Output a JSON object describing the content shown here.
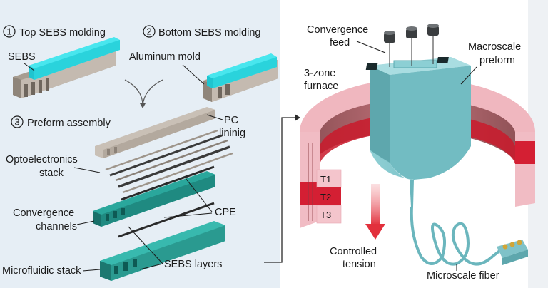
{
  "left_panel": {
    "step1": {
      "number": "1",
      "label": "Top SEBS molding"
    },
    "step2": {
      "number": "2",
      "label": "Bottom SEBS  molding"
    },
    "step3": {
      "number": "3",
      "label": "Preform assembly"
    },
    "sebs_label": "SEBS",
    "mold_label": "Aluminum mold",
    "pc_label_line1": "PC",
    "pc_label_line2": "lininig",
    "opto_line1": "Optoelectronics",
    "opto_line2": "stack",
    "cpe_label": "CPE",
    "conv_line1": "Convergence",
    "conv_line2": "channels",
    "micro_label": "Microfluidic stack",
    "sebs_layers_label": "SEBS layers"
  },
  "right_panel": {
    "feed_line1": "Convergence",
    "feed_line2": "feed",
    "preform_line1": "Macroscale",
    "preform_line2": "preform",
    "furnace_line1": "3-zone",
    "furnace_line2": "furnace",
    "zones": [
      "T1",
      "T2",
      "T3"
    ],
    "tension_line1": "Controlled",
    "tension_line2": "tension",
    "fiber_label": "Microscale fiber"
  },
  "colors": {
    "left_bg": "#e6eef5",
    "sebs": "#3fe0e8",
    "aluminum": "#bdb3a7",
    "teal": "#2a9a90",
    "preform": "#7cc3c9",
    "furnace_pink": "#f2b8c2",
    "furnace_red": "#d41f33",
    "arrow_red": "#e2303c"
  }
}
